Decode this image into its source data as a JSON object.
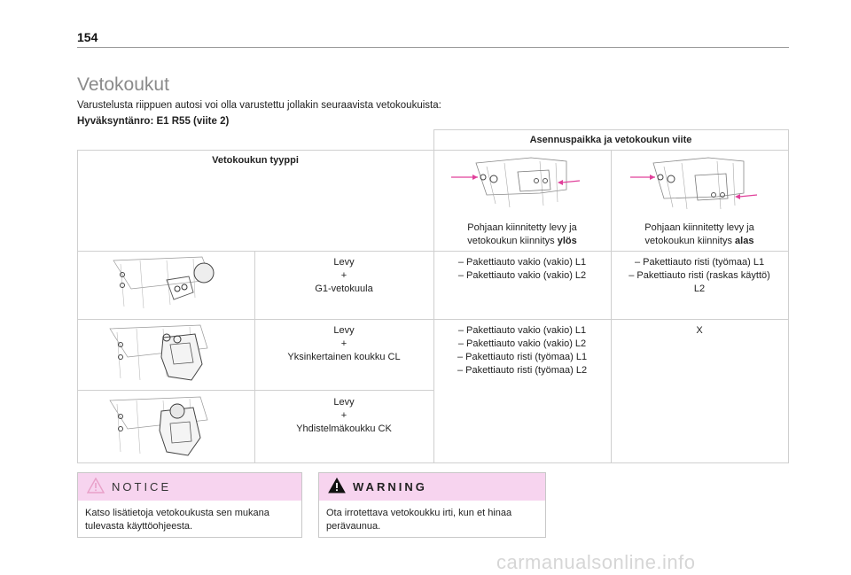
{
  "page_number": "154",
  "title": "Vetokoukut",
  "intro": "Varustelusta riippuen autosi voi olla varustettu jollakin seuraavista vetokoukuista:",
  "approval": "Hyväksyntänro: E1 R55 (viite 2)",
  "table": {
    "header_main": "Asennuspaikka ja vetokoukun viite",
    "col_type_header": "Vetokoukun tyyppi",
    "mount_up": {
      "caption_line1": "Pohjaan kiinnitetty levy ja",
      "caption_line2_prefix": "vetokoukun kiinnitys ",
      "caption_line2_bold": "ylös"
    },
    "mount_down": {
      "caption_line1": "Pohjaan kiinnitetty levy ja",
      "caption_line2_prefix": "vetokoukun kiinnitys ",
      "caption_line2_bold": "alas"
    },
    "rows": [
      {
        "type_lines": [
          "Levy",
          "+",
          "G1-vetokuula"
        ],
        "up": [
          "–  Pakettiauto vakio (vakio) L1",
          "–  Pakettiauto vakio (vakio) L2"
        ],
        "down": [
          "–  Pakettiauto risti (työmaa) L1",
          "–  Pakettiauto risti (raskas käyttö)",
          "L2"
        ]
      },
      {
        "type_lines": [
          "Levy",
          "+",
          "Yksinkertainen koukku CL"
        ],
        "up": [
          "–  Pakettiauto vakio (vakio) L1",
          "–  Pakettiauto vakio (vakio) L2",
          "–  Pakettiauto risti (työmaa) L1",
          "–  Pakettiauto risti (työmaa) L2"
        ],
        "down": [
          "X"
        ]
      },
      {
        "type_lines": [
          "Levy",
          "+",
          "Yhdistelmäkoukku CK"
        ]
      }
    ]
  },
  "notice": {
    "label": "NOTICE",
    "text_line1": "Katso lisätietoja vetokoukusta sen mukana",
    "text_line2": "tulevasta käyttöohjeesta."
  },
  "warning": {
    "label": "WARNING",
    "text_line1": "Ota irrotettava vetokoukku irti, kun et hinaa",
    "text_line2": "perävaunua."
  },
  "watermark": "carmanualsonline.info",
  "colors": {
    "box_header_bg": "#f7d4ef",
    "arrow_magenta": "#e0409a",
    "notice_icon": "#e8a0c8",
    "rule": "#cfcfcf"
  }
}
